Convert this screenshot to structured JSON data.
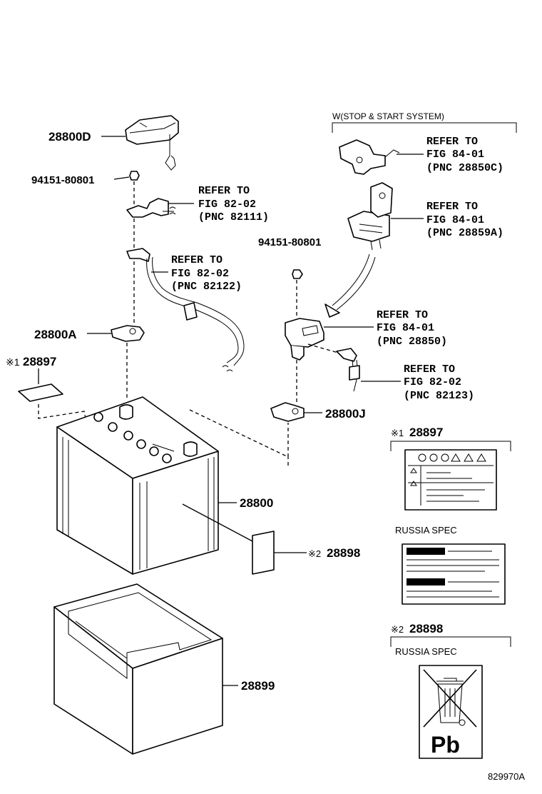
{
  "callouts": {
    "c28800D": "28800D",
    "c94151_left": "94151-80801",
    "c94151_right": "94151-80801",
    "c28800A": "28800A",
    "c28897": "28897",
    "c28800J": "28800J",
    "c28800": "28800",
    "c28898": "28898",
    "c28899": "28899"
  },
  "refs": {
    "r82111": [
      "REFER TO",
      "FIG 82-02",
      "(PNC 82111)"
    ],
    "r82122": [
      "REFER TO",
      "FIG 82-02",
      "(PNC 82122)"
    ],
    "r28850C": [
      "REFER TO",
      "FIG 84-01",
      "(PNC 28850C)"
    ],
    "r28859A": [
      "REFER TO",
      "FIG 84-01",
      "(PNC 28859A)"
    ],
    "r28850": [
      "REFER TO",
      "FIG 84-01",
      "(PNC 28850)"
    ],
    "r82123": [
      "REFER TO",
      "FIG 82-02",
      "(PNC 82123)"
    ]
  },
  "notes": {
    "stop_start": "W(STOP & START SYSTEM)",
    "mark1": "※1",
    "mark2": "※2",
    "inset1_part": "28897",
    "inset2_part": "28898",
    "russia_spec_1": "RUSSIA SPEC",
    "russia_spec_2": "RUSSIA SPEC",
    "pb_symbol": "Pb",
    "figure_id": "829970A"
  },
  "icons": {
    "battery": "battery-icon",
    "battery_tray": "battery-tray-icon",
    "battery_cover": "battery-cover-icon",
    "terminal_clamp": "terminal-clamp-icon",
    "sensor": "current-sensor-icon",
    "recycling_bin": "crossed-bin-icon"
  }
}
